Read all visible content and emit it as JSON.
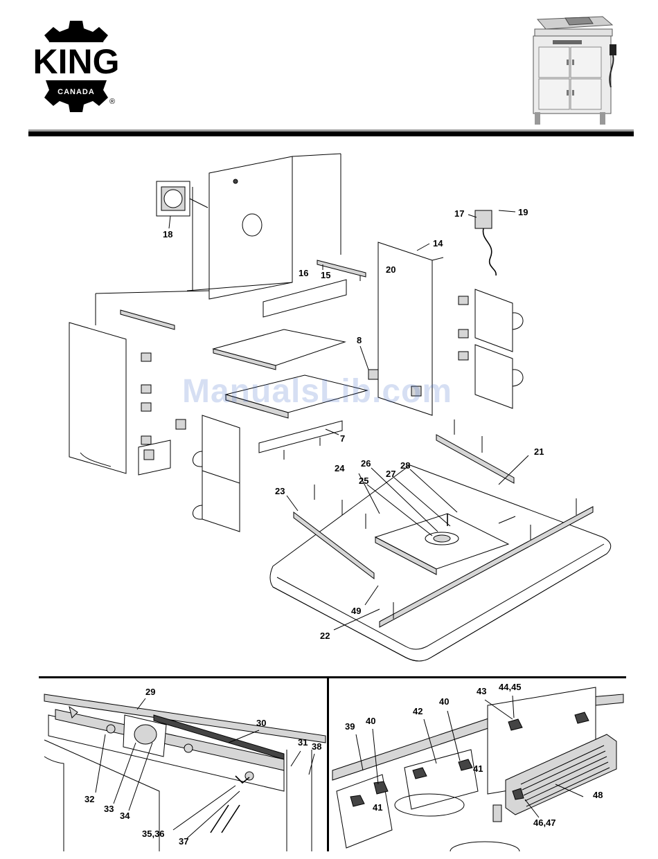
{
  "brand": {
    "name": "KING",
    "subname": "CANADA",
    "registered": "®"
  },
  "watermark": "ManualsLib.com",
  "part_labels": {
    "p7": "7",
    "p8": "8",
    "p14": "14",
    "p15": "15",
    "p16": "16",
    "p17": "17",
    "p18": "18",
    "p19": "19",
    "p20": "20",
    "p21": "21",
    "p22": "22",
    "p23": "23",
    "p24": "24",
    "p25": "25",
    "p26": "26",
    "p27": "27",
    "p28": "28",
    "p49": "49",
    "p29": "29",
    "p30": "30",
    "p31": "31",
    "p32": "32",
    "p33": "33",
    "p34": "34",
    "p3536": "35,36",
    "p37": "37",
    "p38": "38",
    "p39": "39",
    "p40a": "40",
    "p40b": "40",
    "p41a": "41",
    "p41b": "41",
    "p42": "42",
    "p43": "43",
    "p4445": "44,45",
    "p4647": "46,47",
    "p48": "48"
  },
  "colors": {
    "ink": "#000000",
    "rule_gray": "#9a9a9a",
    "watermark_blue": "#466ec8"
  }
}
